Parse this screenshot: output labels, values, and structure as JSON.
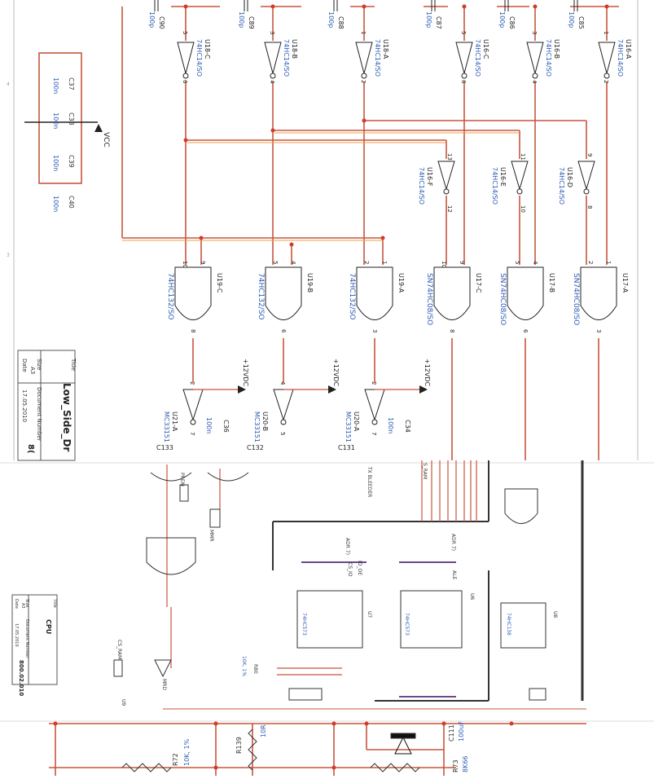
{
  "top_caps": [
    {
      "ref": "C90",
      "value": "100p"
    },
    {
      "ref": "C89",
      "value": "100p"
    },
    {
      "ref": "C88",
      "value": "100p"
    },
    {
      "ref": "C87",
      "value": "100p"
    },
    {
      "ref": "C86",
      "value": "100p"
    },
    {
      "ref": "C85",
      "value": "100p"
    }
  ],
  "decoupling_caps": [
    {
      "ref": "C37",
      "value": "100n"
    },
    {
      "ref": "C38",
      "value": "100n"
    },
    {
      "ref": "C39",
      "value": "100n"
    },
    {
      "ref": "C40",
      "value": "100n"
    }
  ],
  "vcc_label": "VCC",
  "inverters_row1": [
    {
      "ref": "U18-C",
      "part": "74HC14/SO",
      "pin_in": "5",
      "pin_out": "6"
    },
    {
      "ref": "U18-B",
      "part": "74HC14/SO",
      "pin_in": "3",
      "pin_out": "4"
    },
    {
      "ref": "U18-A",
      "part": "74HC14/SO",
      "pin_in": "1",
      "pin_out": "2"
    },
    {
      "ref": "U16-C",
      "part": "74HC14/SO",
      "pin_in": "5",
      "pin_out": "6"
    },
    {
      "ref": "U16-B",
      "part": "74HC14/SO",
      "pin_in": "3",
      "pin_out": "4"
    },
    {
      "ref": "U16-A",
      "part": "74HC14/SO",
      "pin_in": "1",
      "pin_out": "2"
    }
  ],
  "inverters_row2": [
    {
      "ref": "U16-F",
      "part": "74HC14/SO",
      "pin_in": "13",
      "pin_out": "12"
    },
    {
      "ref": "U16-E",
      "part": "74HC14/SO",
      "pin_in": "11",
      "pin_out": "10"
    },
    {
      "ref": "U16-D",
      "part": "74HC14/SO",
      "pin_in": "9",
      "pin_out": "8"
    }
  ],
  "gates": [
    {
      "ref": "U19-C",
      "part": "74HC132/SO",
      "pin_a": "10",
      "pin_b": "9",
      "pin_out": "8"
    },
    {
      "ref": "U19-B",
      "part": "74HC132/SO",
      "pin_a": "5",
      "pin_b": "4",
      "pin_out": "6"
    },
    {
      "ref": "U19-A",
      "part": "74HC132/SO",
      "pin_a": "2",
      "pin_b": "1",
      "pin_out": "3"
    },
    {
      "ref": "U17-C",
      "part": "SN74HC08/SO",
      "pin_a": "10",
      "pin_b": "9",
      "pin_out": "8"
    },
    {
      "ref": "U17-B",
      "part": "SN74HC08/SO",
      "pin_a": "5",
      "pin_b": "4",
      "pin_out": "6"
    },
    {
      "ref": "U17-A",
      "part": "SN74HC08/SO",
      "pin_a": "2",
      "pin_b": "1",
      "pin_out": "3"
    }
  ],
  "drivers": [
    {
      "ref": "U21-A",
      "part": "MC33151",
      "supply": "+12VDC",
      "cap_ref": "C36",
      "cap_value": "100n",
      "pin_in": "2",
      "pin_out": "7",
      "bypass": "C133"
    },
    {
      "ref": "U20-B",
      "part": "MC33151",
      "supply": "+12VDC",
      "cap_ref": "",
      "cap_value": "",
      "pin_in": "4",
      "pin_out": "5",
      "bypass": "C132"
    },
    {
      "ref": "U20-A",
      "part": "MC33151",
      "supply": "+12VDC",
      "cap_ref": "C34",
      "cap_value": "100n",
      "pin_in": "2",
      "pin_out": "7",
      "bypass": "C131"
    }
  ],
  "title_block_1": {
    "title_label": "Title",
    "title": "Low_Side_Dr",
    "size_label": "Size",
    "size": "A3",
    "docnum_label": "Document Number",
    "docnum": "8(",
    "date_label": "Date",
    "date": "17.05.2010"
  },
  "title_block_2": {
    "title_label": "Title",
    "title": "CPU",
    "size_label": "Size",
    "size": "A3",
    "docnum_label": "Document Number",
    "docnum": "800.02.010",
    "date_label": "Date",
    "date": "17.05.2010"
  },
  "lower_labels": {
    "tx_bleeder": "TX BLEEDER",
    "prem": "PREM",
    "mmr": "MMR",
    "mrd": "MRD",
    "cs_ram": "CS_RAM",
    "s_ram": "S_RAM",
    "addr_bus_1": "ADR 7)",
    "addr_bus_2": "ADR 7)",
    "ale": "ALE",
    "io_oe": "IO_OE",
    "cs_io": "CS_IO",
    "u7_part": "74HC573",
    "u6_part": "74HC573",
    "u8_part": "74HC138",
    "u9_label": "U9",
    "u7_label": "U7",
    "u6_label": "U6",
    "u8_label": "U8",
    "r80": "R80",
    "r80_val": "10K, 1%"
  },
  "bottom_parts": {
    "r72": "R72",
    "r72_val": "10K, 1%",
    "r139": "R139",
    "r139_val": "10R",
    "r73": "R73",
    "r73_val": "8K66",
    "c111": "C111",
    "c111_val": "100uF"
  },
  "colors": {
    "wire": "#c8553d",
    "wire_orange": "#e8a24a",
    "label_blue": "#2e5db6",
    "ink": "#222222",
    "junction": "#d23b2a"
  }
}
